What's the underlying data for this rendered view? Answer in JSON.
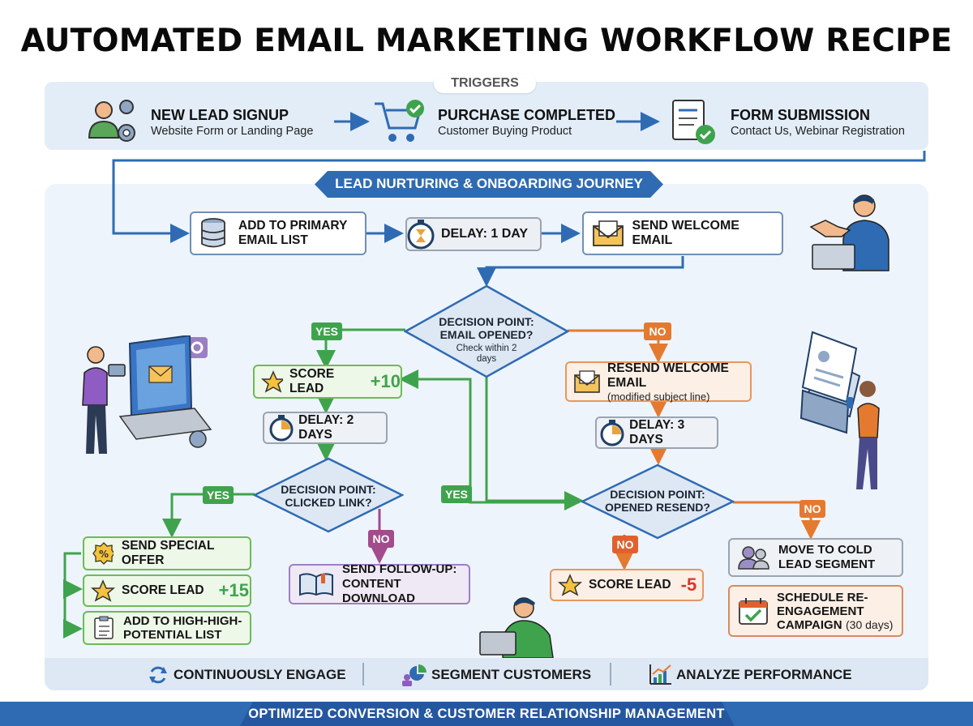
{
  "title": "AUTOMATED EMAIL MARKETING WORKFLOW RECIPE",
  "triggers": {
    "label": "TRIGGERS",
    "items": [
      {
        "title": "NEW LEAD SIGNUP",
        "subtitle": "Website Form or Landing Page",
        "icon": "user-gears-icon"
      },
      {
        "title": "PURCHASE COMPLETED",
        "subtitle": "Customer Buying Product",
        "icon": "cart-check-icon"
      },
      {
        "title": "FORM SUBMISSION",
        "subtitle": "Contact Us, Webinar Registration",
        "icon": "form-check-icon"
      }
    ]
  },
  "journey": {
    "banner": "LEAD NURTURING & ONBOARDING JOURNEY",
    "steps": {
      "add_to_list": "ADD TO PRIMARY EMAIL LIST",
      "delay_1": "DELAY: 1 DAY",
      "send_welcome": "SEND WELCOME EMAIL",
      "decision_opened": {
        "title": "DECISION POINT: EMAIL OPENED?",
        "note": "Check within 2 days"
      },
      "score_10": {
        "label": "SCORE LEAD",
        "value": "+10"
      },
      "delay_2": "DELAY: 2 DAYS",
      "decision_clicked": "DECISION POINT: CLICKED LINK?",
      "special_offer": "SEND SPECIAL OFFER",
      "score_15": {
        "label": "SCORE LEAD",
        "value": "+15"
      },
      "high_potential": "ADD TO HIGH-HIGH-POTENTIAL LIST",
      "follow_up": "SEND FOLLOW-UP: CONTENT DOWNLOAD",
      "resend": {
        "title": "RESEND WELCOME EMAIL",
        "note": "(modified subject line)"
      },
      "delay_3": "DELAY: 3 DAYS",
      "decision_resend": "DECISION POINT: OPENED RESEND?",
      "score_minus5": {
        "label": "SCORE LEAD",
        "value": "-5"
      },
      "cold_lead": "MOVE TO COLD LEAD SEGMENT",
      "reengage": {
        "title": "SCHEDULE RE-ENGAGEMENT CAMPAIGN",
        "note": "(30 days)"
      }
    },
    "labels": {
      "yes": "YES",
      "no": "NO"
    }
  },
  "bottom": [
    {
      "label": "CONTINUOUSLY ENGAGE",
      "icon": "refresh-icon"
    },
    {
      "label": "SEGMENT CUSTOMERS",
      "icon": "segment-icon"
    },
    {
      "label": "ANALYZE PERFORMANCE",
      "icon": "analytics-icon"
    }
  ],
  "footer": "OPTIMIZED CONVERSION & CUSTOMER RELATIONSHIP MANAGEMENT",
  "colors": {
    "blue": "#2f6bb3",
    "green": "#3fa34d",
    "orange": "#e47a30",
    "purple": "#a24b8d"
  }
}
